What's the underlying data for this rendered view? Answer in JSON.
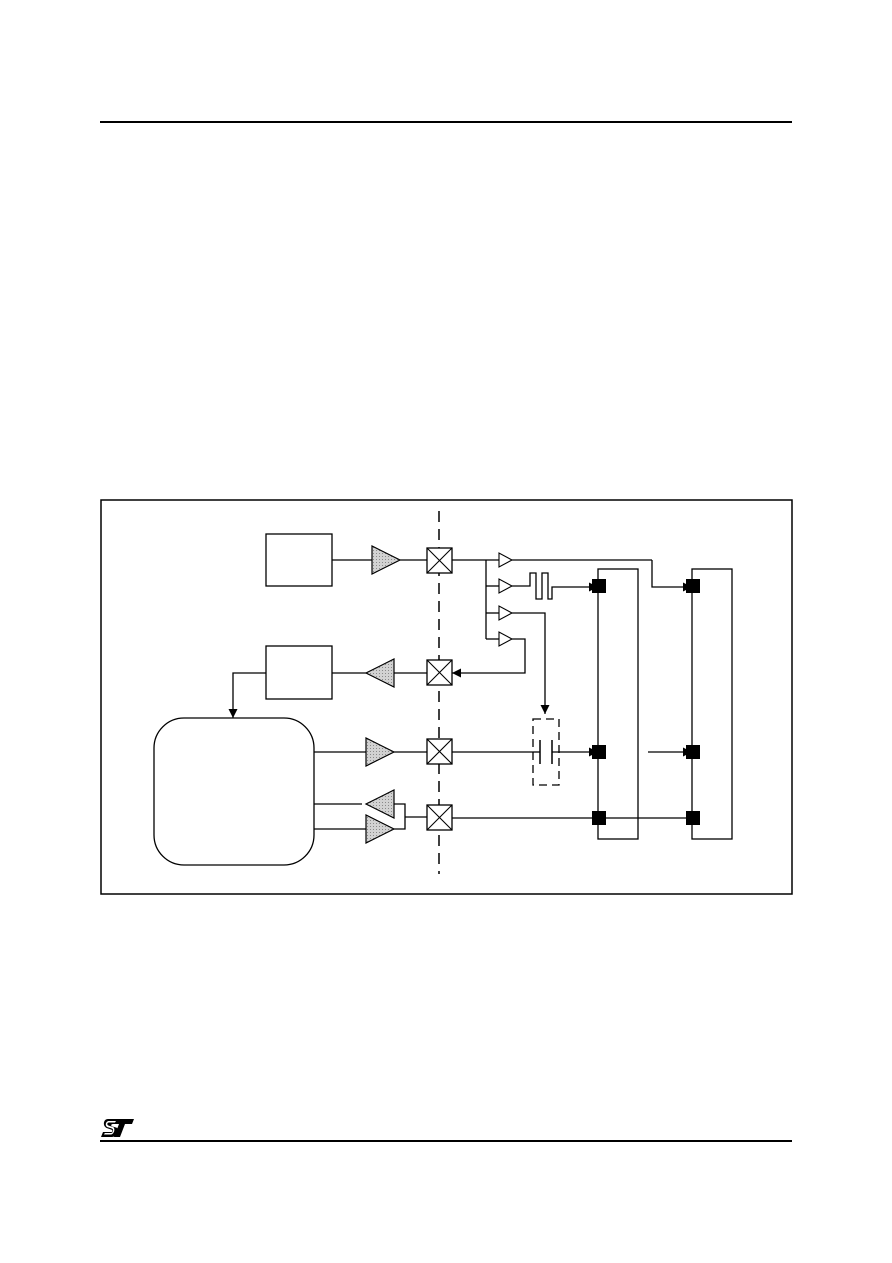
{
  "page": {
    "header_rule": "header-rule",
    "footer_rule": "footer-rule"
  },
  "figure": {
    "frame_stroke": "#000000",
    "buffer_fill": "#c8c8c8",
    "blocks": [
      "source-block",
      "receiver-block",
      "controller-block"
    ],
    "pads": [
      "pad-1",
      "pad-2",
      "pad-3",
      "pad-4"
    ],
    "rails": [
      "rail-1",
      "rail-2"
    ],
    "icons": [
      "buffer-icon",
      "pad-cross-icon",
      "arrow-icon",
      "pulse-icon",
      "capacitor-icon"
    ]
  },
  "logo": {
    "name": "st-logo-icon",
    "color": "#000000"
  }
}
